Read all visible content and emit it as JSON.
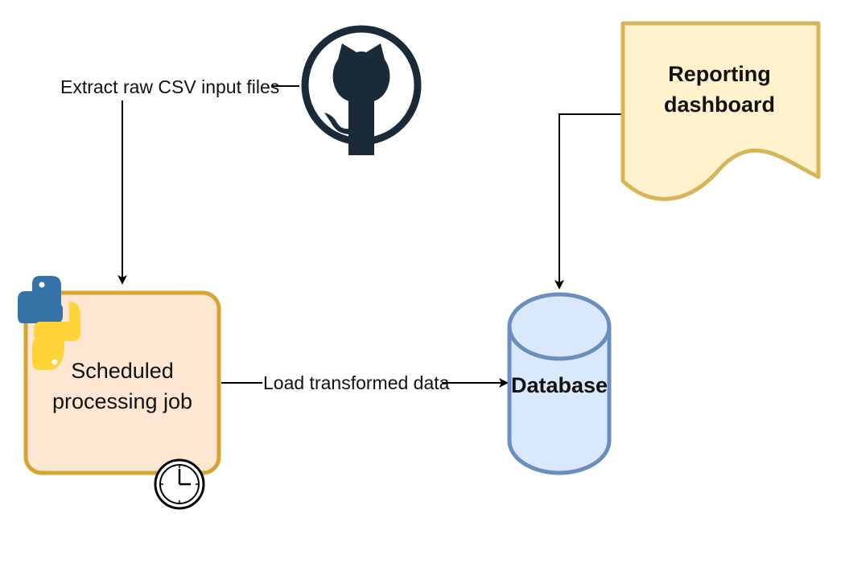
{
  "edges": {
    "extract": {
      "label": "Extract raw CSV input files"
    },
    "load": {
      "label": "Load transformed data"
    }
  },
  "nodes": {
    "github": {
      "icon": "github-octocat-icon"
    },
    "processing_job": {
      "label_line1": "Scheduled",
      "label_line2": "processing job",
      "icons": [
        "python-logo-icon",
        "clock-icon"
      ]
    },
    "database": {
      "label": "Database",
      "shape": "cylinder"
    },
    "dashboard": {
      "label_line1": "Reporting",
      "label_line2": "dashboard",
      "shape": "document"
    }
  },
  "colors": {
    "job_fill": "#fde6d2",
    "job_stroke": "#d6a431",
    "db_fill": "#dae8fc",
    "db_stroke": "#6c8ebf",
    "doc_fill": "#fff2cc",
    "doc_stroke": "#d6b656",
    "github_dark": "#1b2a38",
    "python_blue": "#3572a5",
    "python_yellow": "#ffd43b",
    "line": "#000000"
  }
}
